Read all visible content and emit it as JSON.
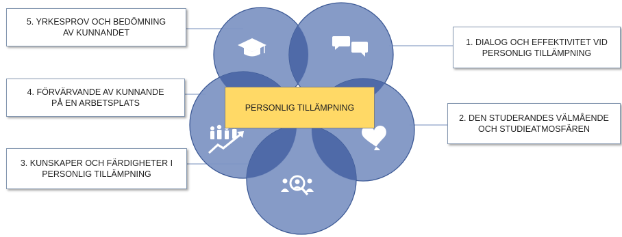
{
  "center": {
    "label": "PERSONLIG TILLÄMPNING"
  },
  "items": [
    {
      "line1": "1. DIALOG OCH EFFEKTIVITET VID",
      "line2": "PERSONLIG TILLÄMPNING",
      "icon": "chat-bubbles-icon"
    },
    {
      "line1": "2. DEN STUDERANDES VÄLMÅENDE",
      "line2": "OCH STUDIEATMOSFÄREN",
      "icon": "heart-icon"
    },
    {
      "line1": "3. KUNSKAPER OCH FÄRDIGHETER I",
      "line2": "PERSONLIG TILLÄMPNING",
      "icon": "search-people-icon"
    },
    {
      "line1": "4. FÖRVÄRVANDE AV KUNNANDE",
      "line2": "PÅ EN ARBETSPLATS",
      "icon": "growth-people-icon"
    },
    {
      "line1": "5. YRKESPROV OCH BEDÖMNING",
      "line2": "AV KUNNANDET",
      "icon": "graduation-cap-icon"
    }
  ],
  "colors": {
    "circle_fill": "#7f96c4",
    "circle_overlap": "#4f6aa8",
    "circle_stroke": "#3d5a96",
    "center_fill": "#ffd966",
    "connector": "#8ea2c8"
  }
}
